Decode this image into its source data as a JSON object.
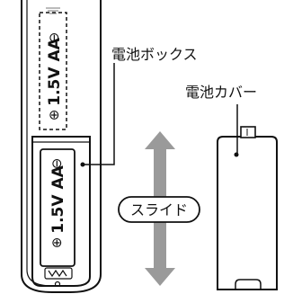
{
  "labels": {
    "battery_box": "電池ボックス",
    "battery_cover": "電池カバー",
    "slide": "スライド"
  },
  "batteries": {
    "upper": {
      "text": "1.5V AA",
      "minus": "⊖",
      "plus": "⊕"
    },
    "lower": {
      "text": "1.5V AA",
      "minus": "⊖",
      "plus": "⊕"
    }
  },
  "colors": {
    "line": "#111111",
    "arrow": "#9a9a9a",
    "shading": "#bbbbbb"
  }
}
